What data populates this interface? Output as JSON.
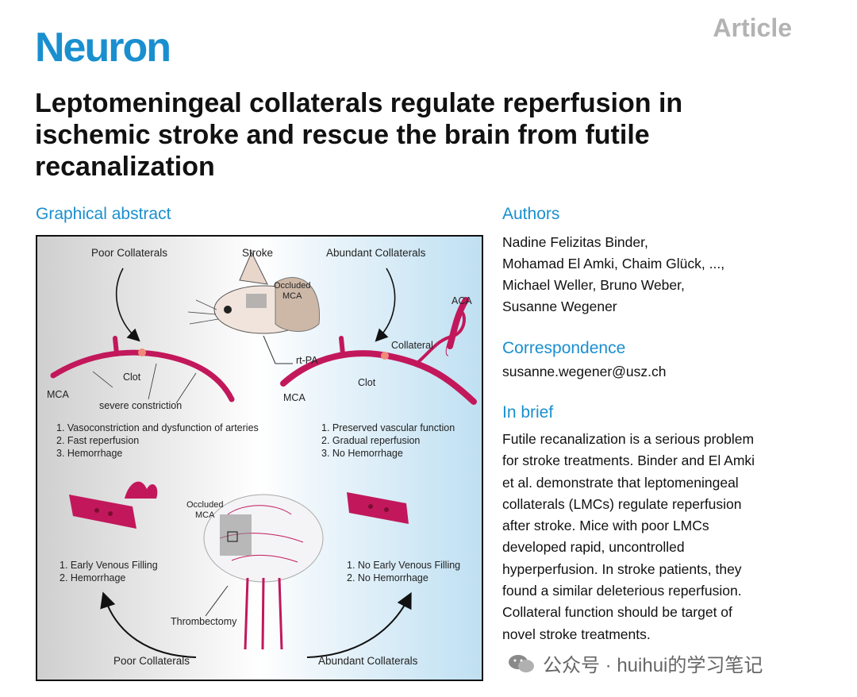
{
  "header": {
    "journal": "Neuron",
    "article_type": "Article",
    "title_lines": [
      "Leptomeningeal collaterals regulate reperfusion in",
      "ischemic stroke and rescue the brain from futile",
      "recanalization"
    ]
  },
  "graphical_abstract": {
    "heading": "Graphical abstract",
    "labels": {
      "poor_collaterals_top": "Poor Collaterals",
      "stroke": "Stroke",
      "abundant_collaterals_top": "Abundant Collaterals",
      "occluded_mca_top_1": "Occluded",
      "occluded_mca_top_2": "MCA",
      "aca": "ACA",
      "collateral": "Collateral",
      "rtpa": "rt-PA",
      "clot_left": "Clot",
      "clot_right": "Clot",
      "mca_left": "MCA",
      "mca_right": "MCA",
      "severe_constriction": "severe constriction",
      "occluded_mca_mid_1": "Occluded",
      "occluded_mca_mid_2": "MCA",
      "thrombectomy": "Thrombectomy",
      "poor_collaterals_bottom": "Poor Collaterals",
      "abundant_collaterals_bottom": "Abundant Collaterals"
    },
    "list_left_top": [
      "1. Vasoconstriction and dysfunction of arteries",
      "2. Fast reperfusion",
      "3. Hemorrhage"
    ],
    "list_right_top": [
      "1. Preserved vascular function",
      "2. Gradual reperfusion",
      "3. No Hemorrhage"
    ],
    "list_left_bottom": [
      "1. Early Venous Filling",
      "2. Hemorrhage"
    ],
    "list_right_bottom": [
      "1. No Early Venous Filling",
      "2. No Hemorrhage"
    ]
  },
  "authors": {
    "heading": "Authors",
    "lines": [
      "Nadine Felizitas Binder,",
      "Mohamad El Amki, Chaim Glück, ...,",
      "Michael Weller, Bruno Weber,",
      "Susanne Wegener"
    ]
  },
  "correspondence": {
    "heading": "Correspondence",
    "email": "susanne.wegener@usz.ch"
  },
  "in_brief": {
    "heading": "In brief",
    "lines": [
      "Futile recanalization is a serious problem",
      "for stroke treatments. Binder and El Amki",
      "et al. demonstrate that leptomeningeal",
      "collaterals (LMCs) regulate reperfusion",
      "after stroke. Mice with poor LMCs",
      "developed rapid, uncontrolled",
      "hyperperfusion. In stroke patients, they",
      "found a similar deleterious reperfusion.",
      "Collateral function should be target of",
      "novel stroke treatments."
    ]
  },
  "watermark": {
    "text": "公众号 · huihui的学习笔记",
    "icon": "wechat-icon"
  },
  "colors": {
    "brand": "#1a8fcf",
    "vessel": "#c2185b",
    "article_type": "#b3b3b3"
  }
}
